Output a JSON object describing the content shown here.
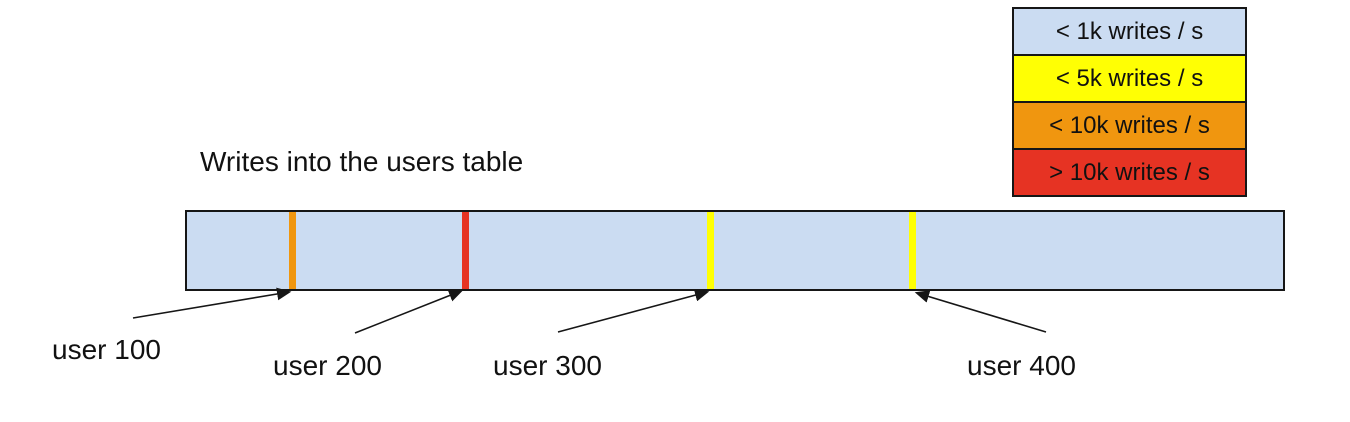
{
  "title": "Writes into the users table",
  "colors": {
    "blue": "#cbdcf2",
    "yellow": "#ffff04",
    "orange": "#f0960f",
    "red": "#e63323",
    "line": "#161616"
  },
  "legend": {
    "items": [
      {
        "label": "< 1k writes / s",
        "color": "blue"
      },
      {
        "label": "< 5k writes / s",
        "color": "yellow"
      },
      {
        "label": "< 10k writes / s",
        "color": "orange"
      },
      {
        "label": "> 10k writes / s",
        "color": "red"
      }
    ]
  },
  "bar": {
    "markers": [
      {
        "user": "user 100",
        "color": "orange",
        "position_pct": 9.5
      },
      {
        "user": "user 200",
        "color": "red",
        "position_pct": 25.2
      },
      {
        "user": "user 300",
        "color": "yellow",
        "position_pct": 47.6
      },
      {
        "user": "user 400",
        "color": "yellow",
        "position_pct": 66.0
      }
    ]
  },
  "labels": {
    "user100": "user 100",
    "user200": "user 200",
    "user300": "user 300",
    "user400": "user 400"
  }
}
